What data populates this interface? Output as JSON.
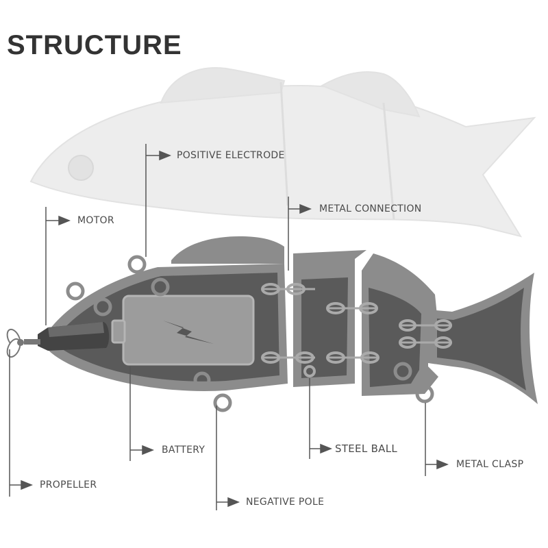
{
  "title": "STRUCTURE",
  "labels": {
    "positive_electrode": "POSITIVE ELECTRODE",
    "metal_connection": "METAL CONNECTION",
    "motor": "MOTOR",
    "battery": "BATTERY",
    "steel_ball": "STEEL BALL",
    "metal_clasp": "METAL CLASP",
    "propeller": "PROPELLER",
    "negative_pole": "NEGATIVE POLE"
  },
  "colors": {
    "title": "#333333",
    "outline": "#8c8c8c",
    "body_dark": "#5a5a5a",
    "battery": "#9a9a9a",
    "leader_line": "#555555",
    "ghost_fish": "#ececec"
  },
  "icons": [
    "lightning-bolt-icon",
    "arrow-icon"
  ]
}
